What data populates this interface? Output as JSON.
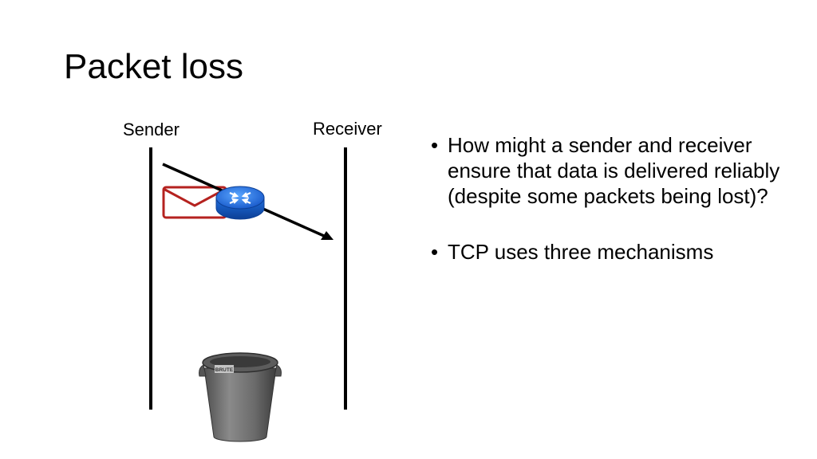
{
  "slide": {
    "title": "Packet loss"
  },
  "diagram": {
    "sender_label": "Sender",
    "receiver_label": "Receiver",
    "trash_can_brand": "BRUTE",
    "icons": [
      "envelope-icon",
      "router-icon",
      "trash-can-icon"
    ],
    "colors": {
      "envelope": "#b5221f",
      "router": "#1f6fe0",
      "lines": "#000000",
      "trash_can": "#6b6b6b"
    }
  },
  "bullets": [
    "How might a sender and receiver ensure that data is delivered reliably (despite some packets being lost)?",
    "TCP uses three mechanisms"
  ],
  "bullet_marker": "•"
}
